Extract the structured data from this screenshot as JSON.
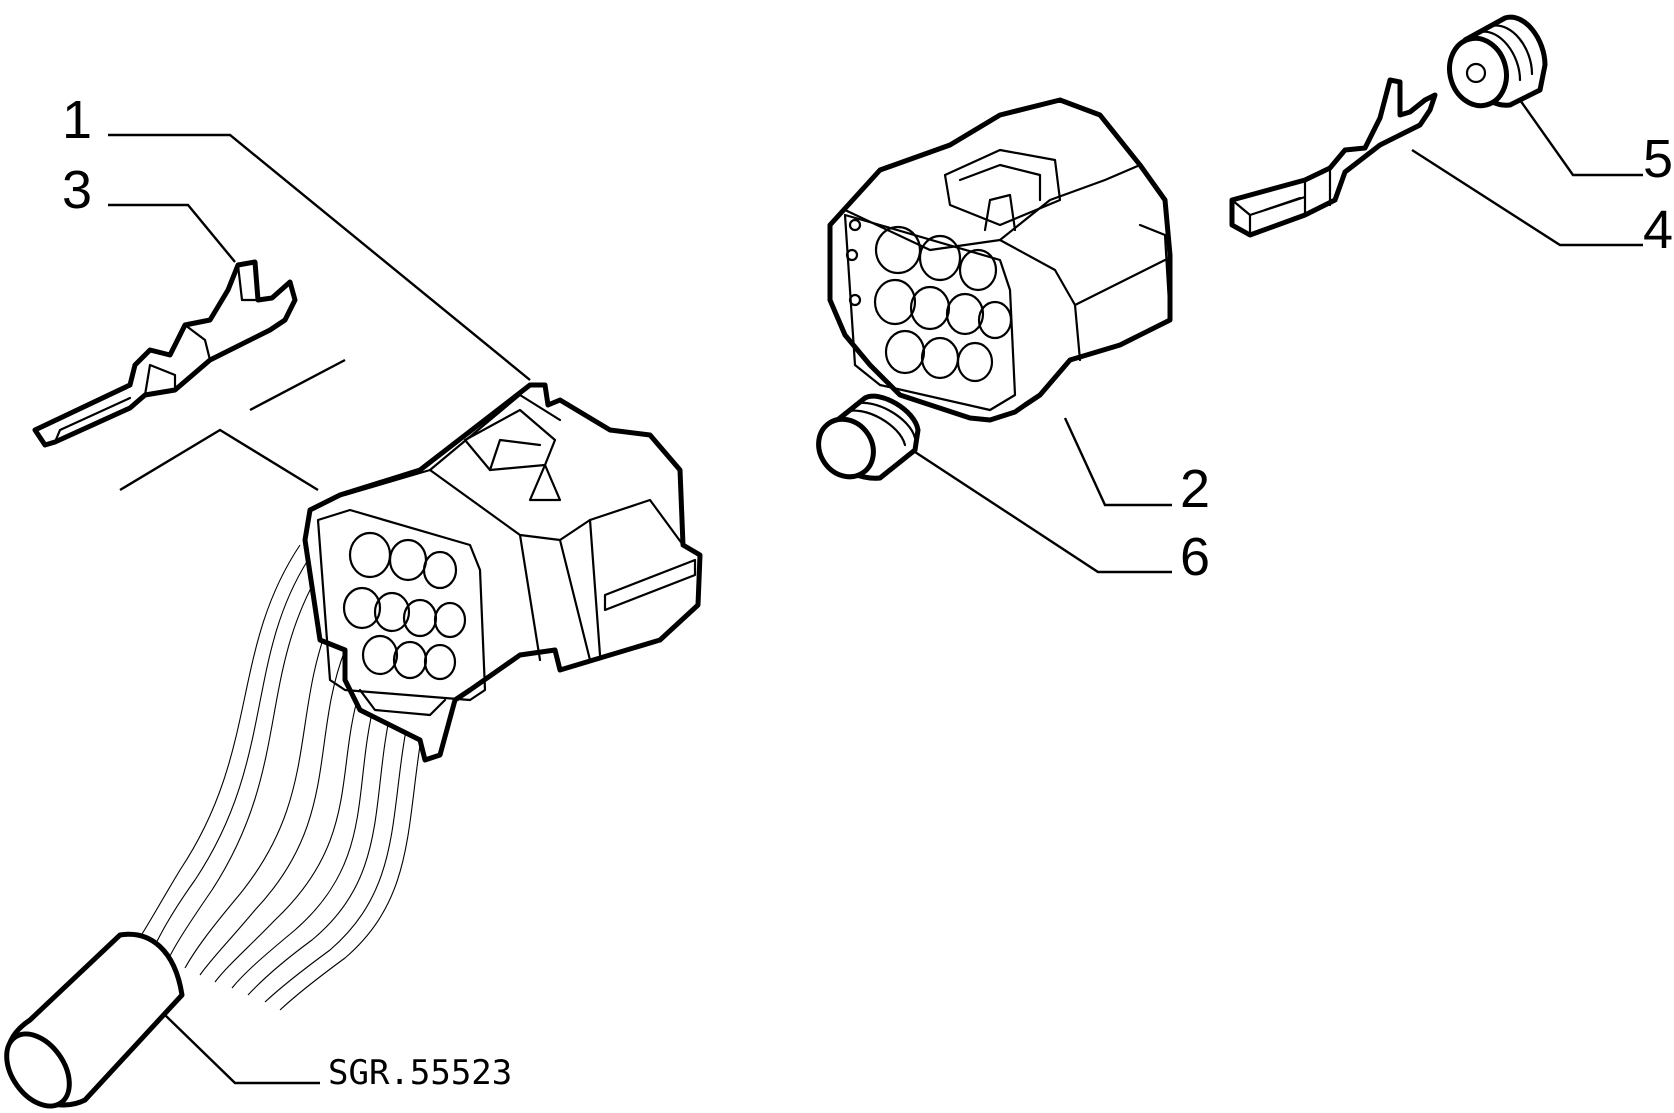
{
  "callouts": [
    {
      "id": "1",
      "label": "1"
    },
    {
      "id": "3",
      "label": "3"
    },
    {
      "id": "2",
      "label": "2"
    },
    {
      "id": "6",
      "label": "6"
    },
    {
      "id": "5",
      "label": "5"
    },
    {
      "id": "4",
      "label": "4"
    }
  ],
  "drawing_code": "SGR.55523",
  "colors": {
    "line": "#000000",
    "background": "#ffffff"
  }
}
